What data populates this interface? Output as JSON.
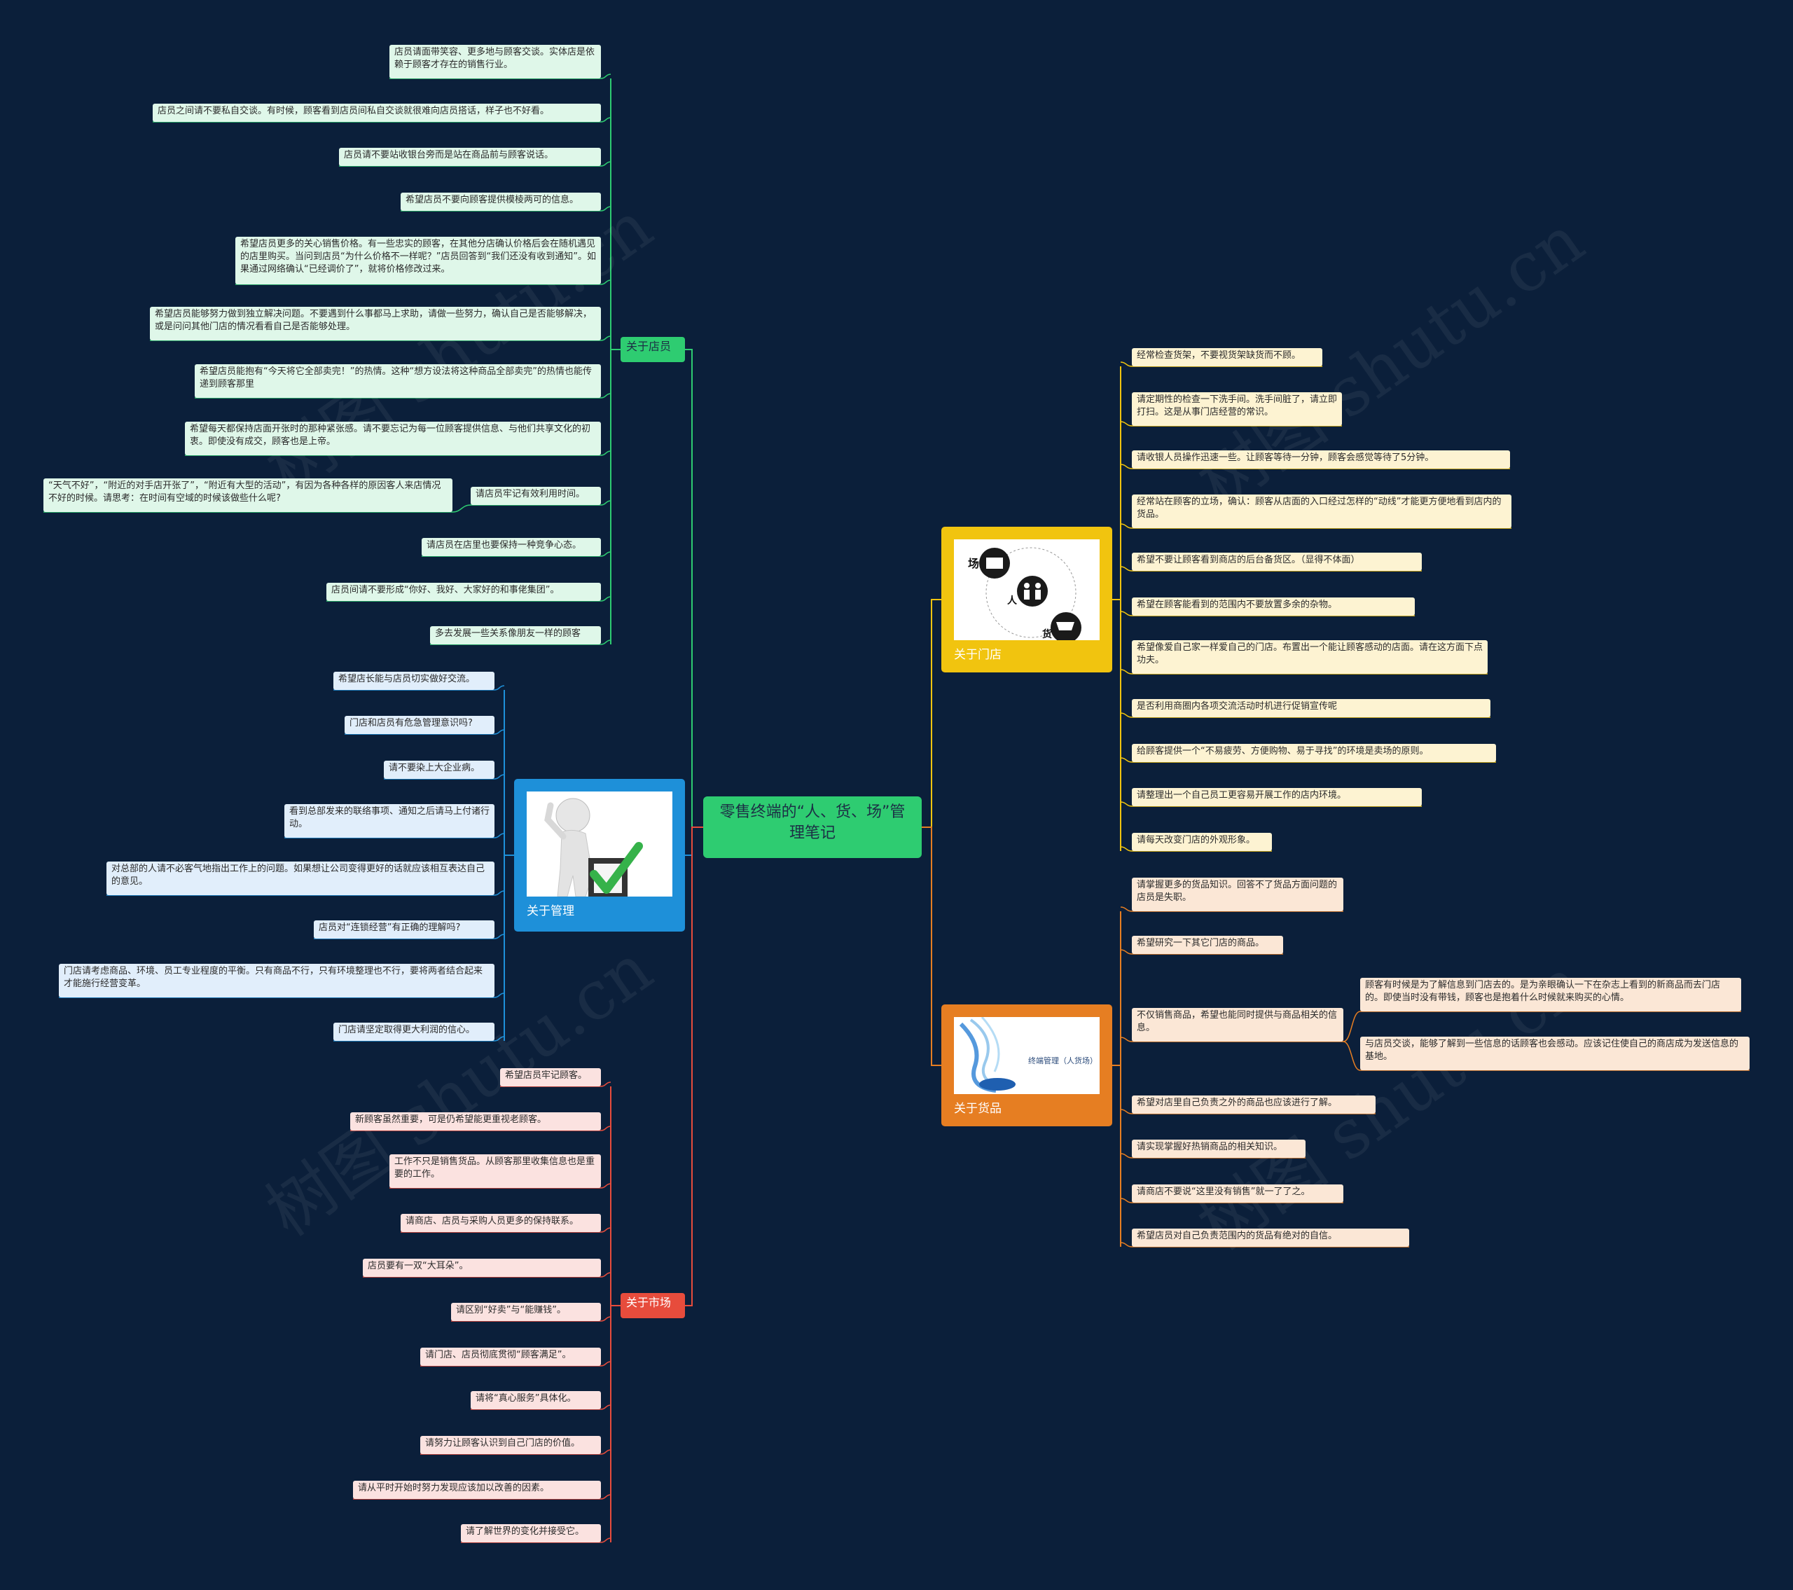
{
  "root": {
    "title": "零售终端的“人、货、场”管理笔记"
  },
  "watermark": "树图 shutu.cn",
  "colors": {
    "background": "#0b1f3a",
    "green": "#2ecc71",
    "blue": "#1e90d9",
    "red": "#e74c3c",
    "yellow": "#f1c40f",
    "orange": "#e67e22"
  },
  "branches": {
    "staff": {
      "label": "关于店员",
      "items": [
        "店员请面带笑容、更多地与顾客交谈。实体店是依赖于顾客才存在的销售行业。",
        "店员之间请不要私自交谈。有时候，顾客看到店员间私自交谈就很难向店员搭话，样子也不好看。",
        "店员请不要站收银台旁而是站在商品前与顾客说话。",
        "希望店员不要向顾客提供模棱两可的信息。",
        "希望店员更多的关心销售价格。有一些忠实的顾客，在其他分店确认价格后会在随机遇见的店里购买。当问到店员“为什么价格不一样呢？”店员回答到“我们还没有收到通知”。如果通过网络确认“已经调价了”，就将价格修改过来。",
        "希望店员能够努力做到独立解决问题。不要遇到什么事都马上求助，请做一些努力，确认自己是否能够解决，或是问问其他门店的情况看看自己是否能够处理。",
        "希望店员能抱有“今天将它全部卖完！”的热情。这种“想方设法将这种商品全部卖完”的热情也能传递到顾客那里",
        "希望每天都保持店面开张时的那种紧张感。请不要忘记为每一位顾客提供信息、与他们共享文化的初衷。即使没有成交，顾客也是上帝。",
        {
          "text": "请店员牢记有效利用时间。",
          "child": "“天气不好”，“附近的对手店开张了”，“附近有大型的活动”，有因为各种各样的原因客人来店情况不好的时候。请思考：在时间有空域的时候该做些什么呢?"
        },
        "请店员在店里也要保持一种竞争心态。",
        "店员间请不要形成“你好、我好、大家好的和事佬集团”。",
        "多去发展一些关系像朋友一样的顾客"
      ]
    },
    "management": {
      "label": "关于管理",
      "items": [
        "希望店长能与店员切实做好交流。",
        "门店和店员有危急管理意识吗?",
        "请不要染上大企业病。",
        "看到总部发来的联络事项、通知之后请马上付诸行动。",
        "对总部的人请不必客气地指出工作上的问题。如果想让公司变得更好的话就应该相互表达自己的意见。",
        "店员对“连锁经营”有正确的理解吗?",
        "门店请考虑商品、环境、员工专业程度的平衡。只有商品不行，只有环境整理也不行，要将两者结合起来才能施行经营变革。",
        "门店请坚定取得更大利润的信心。"
      ]
    },
    "market": {
      "label": "关于市场",
      "items": [
        "希望店员牢记顾客。",
        "新顾客虽然重要，可是仍希望能更重视老顾客。",
        "工作不只是销售货品。从顾客那里收集信息也是重要的工作。",
        "请商店、店员与采购人员更多的保持联系。",
        "店员要有一双“大耳朵”。",
        "请区别“好卖”与“能赚钱”。",
        "请门店、店员彻底贯彻“顾客满足”。",
        "请将“真心服务”具体化。",
        "请努力让顾客认识到自己门店的价值。",
        "请从平时开始时努力发现应该加以改善的因素。",
        "请了解世界的变化并接受它。"
      ]
    },
    "store": {
      "label": "关于门店",
      "image_text": [
        "场",
        "人",
        "货"
      ],
      "items": [
        "经常检查货架，不要视货架缺货而不顾。",
        "请定期性的检查一下洗手间。洗手间脏了，请立即打扫。这是从事门店经营的常识。",
        "请收银人员操作迅速一些。让顾客等待一分钟，顾客会感觉等待了5分钟。",
        "经常站在顾客的立场，确认：顾客从店面的入口经过怎样的“动线”才能更方便地看到店内的货品。",
        "希望不要让顾客看到商店的后台备货区。（显得不体面）",
        "希望在顾客能看到的范围内不要放置多余的杂物。",
        "希望像爱自己家一样爱自己的门店。布置出一个能让顾客感动的店面。请在这方面下点功夫。",
        "是否利用商圈内各项交流活动时机进行促销宣传呢",
        "给顾客提供一个“不易疲劳、方便购物、易于寻找”的环境是卖场的原则。",
        "请整理出一个自己员工更容易开展工作的店内环境。",
        "请每天改变门店的外观形象。"
      ]
    },
    "goods": {
      "label": "关于货品",
      "image_text": "终端管理（人货场）",
      "items": [
        "请掌握更多的货品知识。回答不了货品方面问题的店员是失职。",
        "希望研究一下其它门店的商品。",
        {
          "text": "不仅销售商品，希望也能同时提供与商品相关的信息。",
          "children": [
            "顾客有时候是为了解信息到门店去的。是为亲眼确认一下在杂志上看到的新商品而去门店的。即使当时没有带钱，顾客也是抱着什么时候就来购买的心情。",
            "与店员交谈，能够了解到一些信息的话顾客也会感动。应该记住使自己的商店成为发送信息的基地。"
          ]
        },
        "希望对店里自己负责之外的商品也应该进行了解。",
        "请实现掌握好热销商品的相关知识。",
        "请商店不要说“这里没有销售”就一了了之。",
        "希望店员对自己负责范围内的货品有绝对的自信。"
      ]
    }
  }
}
